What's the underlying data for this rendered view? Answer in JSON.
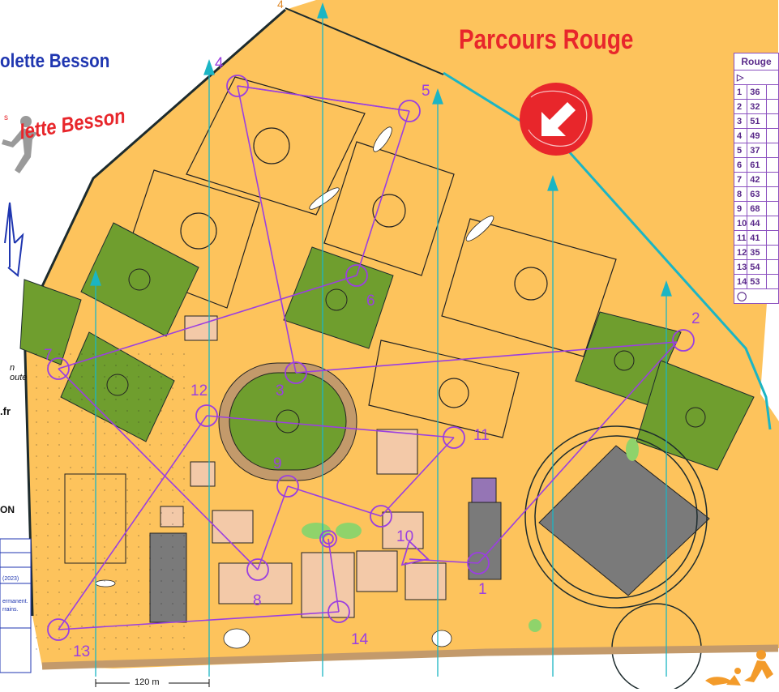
{
  "course_title": "Parcours Rouge",
  "school_name": "olette Besson",
  "logo_text": "lette Besson",
  "side_texts": [
    "n",
    "oute",
    ".fr",
    "ON"
  ],
  "legend_texts": [
    "(2023)",
    "ermanent.",
    "rrains."
  ],
  "scale_label": "120 m",
  "start_control_number": "4",
  "colors": {
    "course": "#9b3fe0",
    "terrain": "#fdc35c",
    "pitch": "#6f9e2e",
    "building": "#7a7a7a",
    "magnetic_north": "#1bb5c4",
    "title": "#e8262b"
  },
  "controls": [
    {
      "number": "1",
      "code": "36"
    },
    {
      "number": "2",
      "code": "32"
    },
    {
      "number": "3",
      "code": "51"
    },
    {
      "number": "4",
      "code": "49"
    },
    {
      "number": "5",
      "code": "37"
    },
    {
      "number": "6",
      "code": "61"
    },
    {
      "number": "7",
      "code": "42"
    },
    {
      "number": "8",
      "code": "63"
    },
    {
      "number": "9",
      "code": "68"
    },
    {
      "number": "10",
      "code": "44"
    },
    {
      "number": "11",
      "code": "41"
    },
    {
      "number": "12",
      "code": "35"
    },
    {
      "number": "13",
      "code": "54"
    },
    {
      "number": "14",
      "code": "53"
    }
  ],
  "control_table": {
    "header": "Rouge"
  },
  "icons": [
    "start-triangle-icon",
    "finish-circle-icon",
    "arrow-sign-icon",
    "runner-silhouette-icon",
    "north-arrow-icon"
  ]
}
